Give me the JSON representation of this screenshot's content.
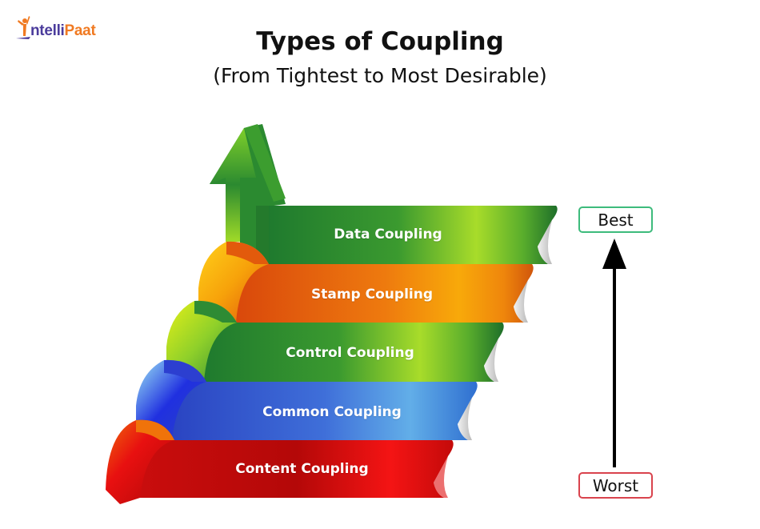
{
  "brand": {
    "logo_part1": "ntelli",
    "logo_part2": "Paat",
    "initial": "I",
    "colors": {
      "primary": "#4b3c9c",
      "accent": "#f07a22"
    }
  },
  "header": {
    "title": "Types of Coupling",
    "subtitle": "(From Tightest to Most Desirable)"
  },
  "staircase": {
    "direction": "upward arrow indicates increasing desirability",
    "levels": [
      {
        "label": "Data Coupling",
        "color": "#2e8b34",
        "highlight": "#a8dc2a",
        "rank": 1
      },
      {
        "label": "Stamp Coupling",
        "color": "#e0540c",
        "highlight": "#f7a60a",
        "rank": 2
      },
      {
        "label": "Control Coupling",
        "color": "#2e8b34",
        "highlight": "#a8dc2a",
        "rank": 3
      },
      {
        "label": "Common Coupling",
        "color": "#2d4fc9",
        "highlight": "#5fa8e6",
        "rank": 4
      },
      {
        "label": "Content Coupling",
        "color": "#c40a0a",
        "highlight": "#f21212",
        "rank": 5
      }
    ]
  },
  "scale": {
    "top_label": "Best",
    "bottom_label": "Worst",
    "top_color": "#3dbb7c",
    "bottom_color": "#d9434d"
  }
}
